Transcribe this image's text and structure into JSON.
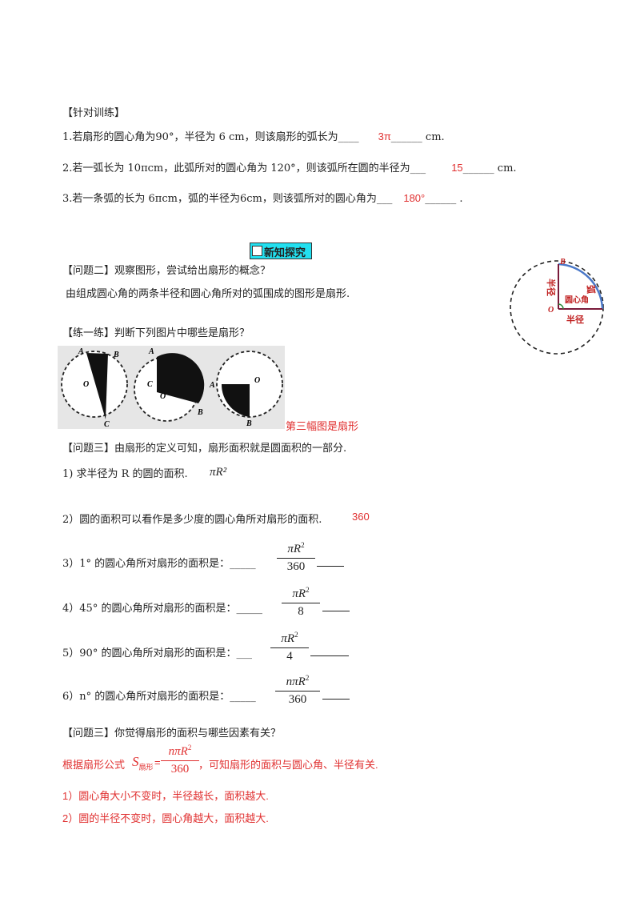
{
  "training": {
    "heading": "【针对训练】",
    "q1": {
      "text": "1.若扇形的圆心角为90°，半径为 6 cm，则该扇形的弧长为____",
      "answer": "3π",
      "tail": "______ cm."
    },
    "q2": {
      "text": "2.若一弧长为 10πcm，此弧所对的圆心角为 120°，则该弧所在圆的半径为___",
      "answer": "15",
      "tail": "______ cm."
    },
    "q3": {
      "text": "3.若一条弧的长为 6πcm，弧的半径为6cm，则该弧所对的圆心角为___",
      "answer": "180°",
      "tail": "______ ."
    }
  },
  "badge_label": "新知探究",
  "problem2": {
    "question": "【问题二】观察图形，尝试给出扇形的概念？",
    "answer": "由组成圆心角的两条半径和圆心角所对的弧围成的图形是扇形."
  },
  "diagram": {
    "label_b": "B",
    "label_o": "O",
    "label_radius_side": "半径",
    "label_radius_bottom": "半径",
    "label_arc": "弧",
    "label_angle": "圆心角"
  },
  "practice": {
    "question": "【练一练】判断下列图片中哪些是扇形？",
    "fig1": {
      "a": "A",
      "b": "B",
      "o": "O",
      "c": "C"
    },
    "fig2": {
      "a": "A",
      "c": "C",
      "o": "O",
      "b": "B"
    },
    "fig3": {
      "a": "A",
      "o": "O",
      "b": "B"
    },
    "answer": "第三幅图是扇形"
  },
  "problem3": {
    "question": "【问题三】由扇形的定义可知，扇形面积就是圆面积的一部分.",
    "i1": "1)   求半径为 R 的圆的面积.",
    "i1_answer": "πR²",
    "i2": "2）圆的面积可以看作是多少度的圆心角所对扇形的面积.",
    "i2_answer": "360",
    "i3": "3）1° 的圆心角所对扇形的面积是：_____",
    "i3_num": "πR",
    "i3_den": "360",
    "i4": "4）45° 的圆心角所对扇形的面积是：_____",
    "i4_num": "πR",
    "i4_den": "8",
    "i5": "5）90° 的圆心角所对扇形的面积是：___",
    "i5_num": "πR",
    "i5_den": "4",
    "i6": "6）n° 的圆心角所对扇形的面积是：_____",
    "i6_num": "nπR",
    "i6_den": "360",
    "sup": "2"
  },
  "problem3b": {
    "question": "【问题三】你觉得扇形的面积与哪些因素有关？",
    "formula_prefix": "根据扇形公式",
    "formula_s": "S",
    "formula_sub": "扇形",
    "formula_num": "nπR",
    "formula_den": "360",
    "formula_suffix": "，可知扇形的面积与圆心角、半径有关.",
    "c1": "1）圆心角大小不变时，半径越长，面积越大.",
    "c2": "2）圆的半径不变时，圆心角越大，面积越大."
  }
}
